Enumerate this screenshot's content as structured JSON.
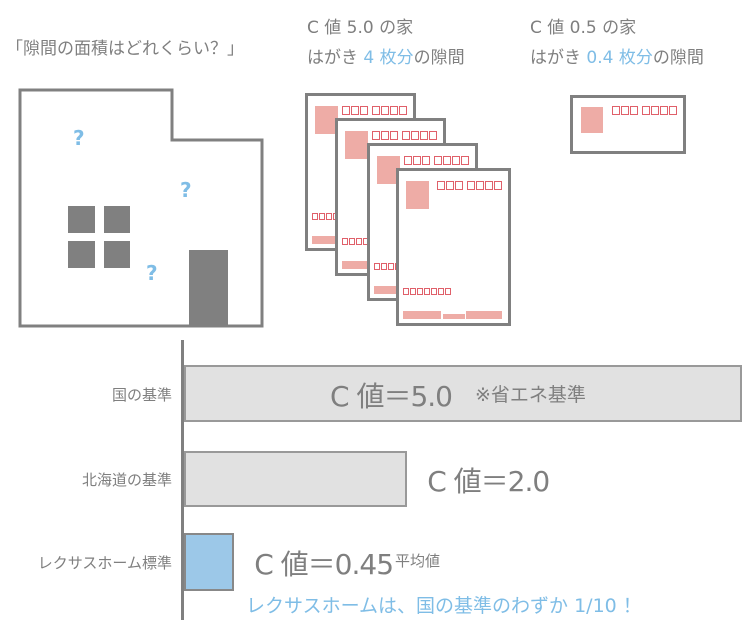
{
  "header": {
    "question": "「隙間の面積はどれくらい？」",
    "house50": {
      "line1": "C 値 5.0 の家",
      "line2_pre": "はがき ",
      "line2_highlight": "4 枚分",
      "line2_post": "の隙間"
    },
    "house05": {
      "line1": "C 値 0.5 の家",
      "line2_pre": "はがき ",
      "line2_highlight": "0.4 枚分",
      "line2_post": "の隙間"
    }
  },
  "house": {
    "question_marks": [
      "?",
      "?",
      "?"
    ]
  },
  "colors": {
    "text": "#7f7f7f",
    "highlight": "#7fbde6",
    "bar_gray": "#e1e1e1",
    "bar_blue": "#9cc8e8",
    "postcard_pink": "#eeaca6"
  },
  "chart_data": {
    "type": "bar",
    "orientation": "horizontal",
    "categories": [
      "国の基準",
      "北海道の基準",
      "レクサスホーム標準"
    ],
    "values": [
      5.0,
      2.0,
      0.45
    ],
    "value_labels": [
      "C 値＝5.0",
      "C 値＝2.0",
      "C 値＝0.45"
    ],
    "notes": [
      "※省エネ基準",
      "",
      "平均値"
    ],
    "xlim": [
      0,
      5.0
    ],
    "footnote": "レクサスホームは、国の基準のわずか 1/10 ！"
  }
}
